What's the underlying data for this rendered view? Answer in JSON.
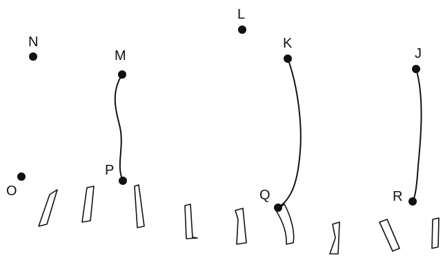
{
  "points": {
    "N": {
      "label": "N"
    },
    "M": {
      "label": "M"
    },
    "L": {
      "label": "L"
    },
    "K": {
      "label": "K"
    },
    "J": {
      "label": "J"
    },
    "O": {
      "label": "O"
    },
    "P": {
      "label": "P"
    },
    "Q": {
      "label": "Q"
    },
    "R": {
      "label": "R"
    }
  },
  "strings": [
    {
      "from": "M",
      "to": "P"
    },
    {
      "from": "K",
      "to": "Q"
    },
    {
      "from": "J",
      "to": "R"
    }
  ],
  "colors": {
    "ink": "#111111",
    "background": "#ffffff"
  }
}
